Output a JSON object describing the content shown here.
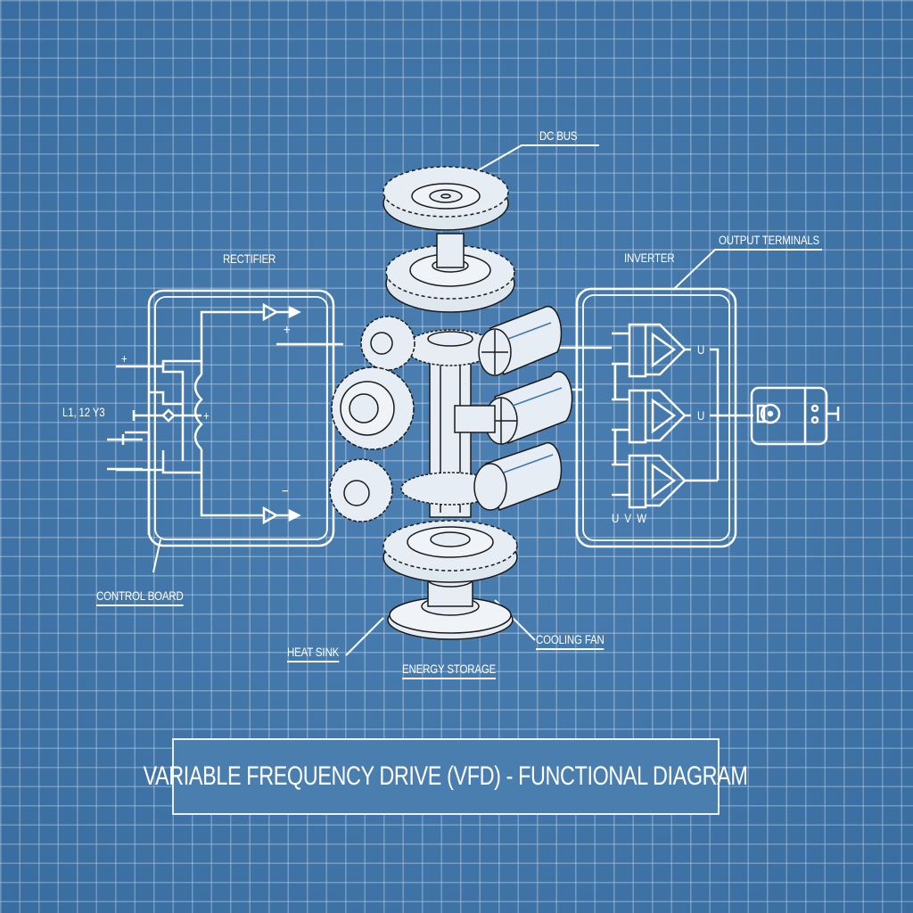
{
  "diagram": {
    "title": "VARIABLE FREQUENCY DRIVE (VFD) - FUNCTIONAL DIAGRAM",
    "labels": {
      "dc_bus": "DC BUS",
      "rectifier": "RECTIFIER",
      "inverter": "INVERTER",
      "output_terminals": "OUTPUT TERMINALS",
      "input_lines": "L1, 12 Y3",
      "control_board": "CONTROL BOARD",
      "heat_sink": "HEAT SINK",
      "energy_storage": "ENERGY STORAGE",
      "cooling_fan": "COOLING FAN",
      "output_phases": "U  V  W",
      "output_u1": "U",
      "output_u2": "U",
      "plus_top": "+",
      "minus_bottom": "−",
      "input_plus_1": "+",
      "input_plus_2": "+",
      "coil_plus": "+"
    },
    "colors": {
      "background": "#4178ad",
      "grid": "#c8dcf0",
      "line": "#ffffff",
      "component_fill": "#e6edf4",
      "component_stroke": "#1a1a1a"
    }
  }
}
